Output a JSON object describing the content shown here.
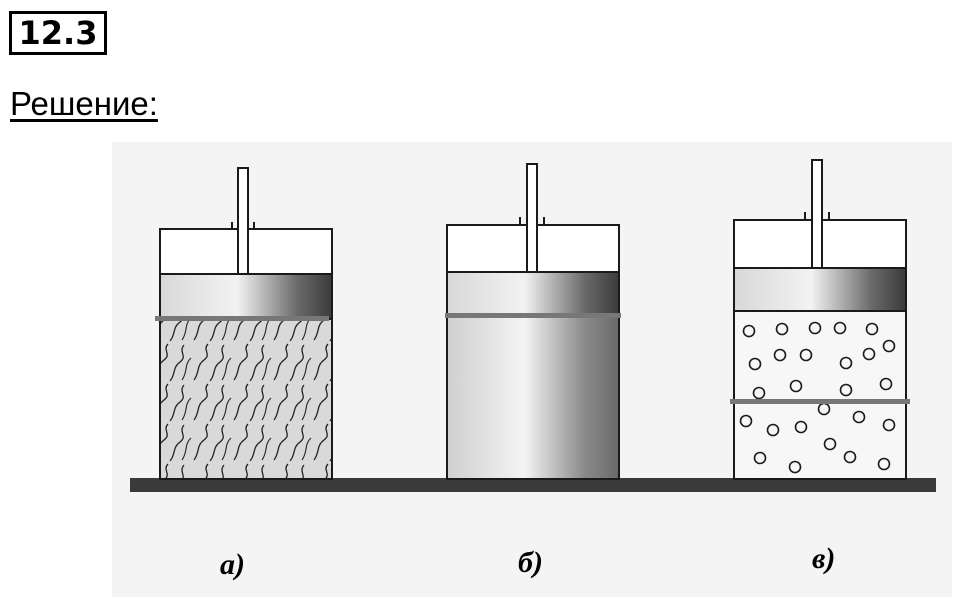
{
  "header": {
    "problem_number": "12.3",
    "section_title": "Решение:"
  },
  "figure": {
    "labels": {
      "a": "а)",
      "b": "б)",
      "c": "в)"
    },
    "colors": {
      "outline": "#1a1a1a",
      "marker_line": "#777777",
      "base": "#3a3a3a",
      "background": "#f4f4f4"
    }
  }
}
